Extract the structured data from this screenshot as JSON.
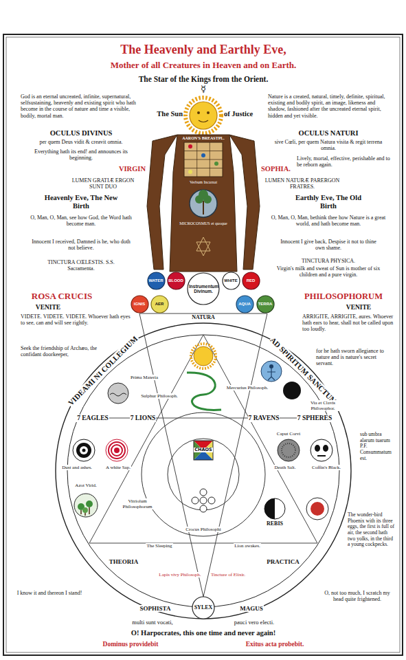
{
  "diagram": {
    "title": "The Heavenly and Earthly Eve,",
    "nodes": [
      {
        "text": [
          "WATER"
        ]
      },
      {
        "text": [
          "BLOOD"
        ]
      },
      {
        "text": [
          "Instrumentum Divinum."
        ]
      },
      {
        "text": [
          "WHITE"
        ]
      },
      {
        "text": [
          "RED"
        ]
      },
      {
        "text": [
          "IGNIS"
        ]
      },
      {
        "text": [
          "AER"
        ]
      },
      {
        "text": [
          "AQUA"
        ]
      },
      {
        "text": [
          "TERRA"
        ]
      },
      {
        "text": [
          "SYLEX"
        ]
      }
    ],
    "labels": [
      "Mother of all Creatures in Heaven and on Earth.",
      "The Star of the Kings from the Orient.",
      "☿",
      "God is an eternal uncreated, infinite, supernatural, selfsustaining, heavenly and existing spirit who hath become in the course of nature and time a visible, bodily, mortal man.",
      "The Sun",
      "of Justice",
      "Nature is a created, natural, timely, definite, spiritual, existing and bodily spirit, an image, likeness and shadow, fashioned after the uncreated eternal spirit, hidden and yet visible.",
      "OCULUS DIVINUS",
      "per quem Deus vidit & creavit omnia.",
      "Everything hath its end! and announces its beginning.",
      "VIRGIN",
      "SOPHIA.",
      "OCULUS NATURI",
      "sive Cœli, per quem Natura visita & regit terrena omnia.",
      "Lively, mortal, effective, perishable and to be reborn again.",
      "LUMEN GRATIÆ ERGON SUNT DUO",
      "LUMEN NATURÆ PARERGON FRATRES.",
      "Heavenly Eve, The New Birth",
      "Earthly Eve, The Old Birth",
      "O, Man, O, Man, see how God, the Word hath become man.",
      "O, Man, O, Man, bethink thee how Nature is a great world, and hath become man.",
      "Innocent I received, Damned is he, who doth not believe.",
      "Innocent I give back, Despise it not to thine own shame.",
      "TINCTURA CŒLESTIS. S.S. Sacramenta.",
      "TINCTURA PHYSICA.",
      "Virgin's milk and sweat of Sun is mother of six children and a pure virgin.",
      "ROSA CRUCIS",
      "PHILOSOPHORUM",
      "VENITE",
      "VENITE",
      "VIDETE. VIDETE. VIDETE. Whoever hath eyes to see, can and will see rightly.",
      "ARRIGITE, ARRIGITE, aures. Whoever hath ears to hear, shall not be called upon too loudly.",
      "Seek the friendship of Archæo, the confidant doorkeeper,",
      "for he hath sworn allegiance to nature and is nature's secret servant.",
      "VIDEAMI NI COLLEGIUM",
      "AD SPIRITUM SANCTUM",
      "Prima Materia",
      "Sulphur Philosoph.",
      "Mercurius Philosoph.",
      "Via et Clavis Philosophor.",
      "7 EAGLES",
      "7 LIONS",
      "7 RAVENS",
      "7 SPHERES",
      "sub umbra alarum tuarum P.F. Consummatum est.",
      "Caput Corvi",
      "Dust and ashes.",
      "A white Sap.",
      "Death Salt.",
      "Coffin's Black.",
      "CHAOS",
      "Azot Virid.",
      "Vitriolum Philosophorum",
      "REBIS",
      "Crocus Philosophi",
      "The Sleeping",
      "Lion awakes.",
      "THEORIA",
      "PRACTICA",
      "Lapis vivy Philosoph.",
      "Tincture of Elixir.",
      "The wonder-bird Phoenix with its three eggs, the first is full of air, the second hath two yolks, in the third a young cockpecks.",
      "I know it and thereon I stand!",
      "O, not too much, I scratch my head quite frightened.",
      "SOPHISTA",
      "MAGUS",
      "multi sunt vocati,",
      "pauci vero electi.",
      "O! Harpocrates, this one time and never again!",
      "Dominus providebit",
      "Exitus acta probebit.",
      "AARON'S BREASTPL.",
      "Verbum Incarnat",
      "MICROCOSMUS et quoque",
      "NATURA"
    ]
  }
}
